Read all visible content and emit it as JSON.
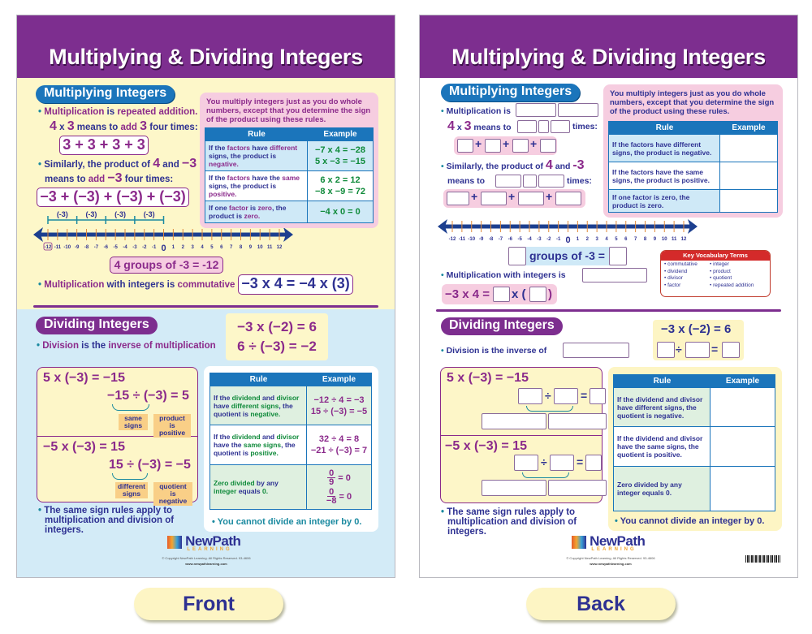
{
  "colors": {
    "banner": "#7d2e8f",
    "blue_heading": "#1b75bb",
    "purple_text": "#8b2a8b",
    "navy_text": "#2e3192",
    "green_text": "#0f8a3a",
    "front_top_bg": "#fdf7c9",
    "front_bottom_bg": "#d3ebf7"
  },
  "labels": {
    "front": "Front",
    "back": "Back"
  },
  "number_line": {
    "min": -12,
    "max": 12,
    "jump": "(-3)",
    "jumps": 4,
    "start_label": "-12"
  },
  "front": {
    "title": "Multiplying & Dividing Integers",
    "mult": {
      "heading": "Multiplying Integers",
      "line1": [
        [
          "Multiplication",
          "p"
        ],
        [
          " is ",
          "n"
        ],
        [
          "repeated addition.",
          "p"
        ]
      ],
      "line2": [
        [
          "4",
          "B"
        ],
        [
          " x ",
          "n"
        ],
        [
          "3",
          "B"
        ],
        [
          " means to ",
          "n"
        ],
        [
          "add ",
          "p"
        ],
        [
          "3",
          "B"
        ],
        [
          " four times:",
          "n"
        ]
      ],
      "box1": "3 + 3 + 3 + 3",
      "line3a": [
        [
          "Similarly, the product of ",
          "n"
        ],
        [
          "4",
          "B"
        ],
        [
          " and ",
          "n"
        ],
        [
          "−3",
          "B"
        ]
      ],
      "line3b": [
        [
          "means to ",
          "n"
        ],
        [
          "add ",
          "p"
        ],
        [
          "−3",
          "B"
        ],
        [
          " four times:",
          "n"
        ]
      ],
      "box2": "−3 + (−3) + (−3) + (−3)",
      "groups": "4 groups of -3 = -12",
      "comm": [
        [
          "Multiplication",
          "p"
        ],
        [
          " with integers is ",
          "n"
        ],
        [
          "commutative",
          "p"
        ]
      ],
      "comm_box": "−3 x 4 = −4 x (3)",
      "info": [
        [
          "You multiply integers just as you do whole numbers, except that you determine the sign of the product using these rules.",
          "p"
        ]
      ],
      "table": {
        "headers": [
          "Rule",
          "Example"
        ],
        "rows": [
          {
            "rule": [
              [
                "If the ",
                "n"
              ],
              [
                "factors",
                "p"
              ],
              [
                " have ",
                "n"
              ],
              [
                "different",
                "p"
              ],
              [
                " signs, the product is ",
                "n"
              ],
              [
                "negative.",
                "p"
              ]
            ],
            "examples": [
              "−7 x 4 = −28",
              "5 x −3 = −15"
            ]
          },
          {
            "rule": [
              [
                "If the ",
                "n"
              ],
              [
                "factors",
                "p"
              ],
              [
                " have the ",
                "n"
              ],
              [
                "same",
                "p"
              ],
              [
                " signs, the product is ",
                "n"
              ],
              [
                "positive.",
                "p"
              ]
            ],
            "examples": [
              "6 x 2 = 12",
              "−8 x −9 = 72"
            ]
          },
          {
            "rule": [
              [
                "If one ",
                "n"
              ],
              [
                "factor",
                "p"
              ],
              [
                " is ",
                "n"
              ],
              [
                "zero",
                "p"
              ],
              [
                ", the product is ",
                "n"
              ],
              [
                "zero.",
                "p"
              ]
            ],
            "examples": [
              "−4 x 0 = 0"
            ]
          }
        ]
      }
    },
    "div": {
      "heading": "Dividing Integers",
      "line1": [
        [
          "Division",
          "p"
        ],
        [
          " is the ",
          "n"
        ],
        [
          "inverse of multiplication",
          "p"
        ]
      ],
      "eq_a": "−3 x (−2) = 6",
      "eq_b": "6 ÷ (−3) = −2",
      "panel": {
        "eq1": "5 x (−3) = −15",
        "eq2": "−15 ÷ (−3) = 5",
        "tag1": "same signs",
        "tag2": "product is positive",
        "eq3": "−5 x (−3) = 15",
        "eq4": "15 ÷ (−3) = −5",
        "tag3": "different signs",
        "tag4": "quotient is negative"
      },
      "same_rules": [
        "The same sign rules apply to",
        "multiplication and division of",
        "integers."
      ],
      "table": {
        "headers": [
          "Rule",
          "Example"
        ],
        "rows": [
          {
            "rule": [
              [
                "If the ",
                "n"
              ],
              [
                "dividend",
                "g"
              ],
              [
                " and ",
                "n"
              ],
              [
                "divisor",
                "g"
              ],
              [
                " have ",
                "n"
              ],
              [
                "different signs",
                "g"
              ],
              [
                ", the quotient is ",
                "n"
              ],
              [
                "negative.",
                "g"
              ]
            ],
            "examples": [
              "−12 ÷ 4 = −3",
              "15 ÷ (−3) = −5"
            ]
          },
          {
            "rule": [
              [
                "If the ",
                "n"
              ],
              [
                "dividend",
                "g"
              ],
              [
                " and ",
                "n"
              ],
              [
                "divisor",
                "g"
              ],
              [
                " have the ",
                "n"
              ],
              [
                "same signs",
                "g"
              ],
              [
                ", the quotient is ",
                "n"
              ],
              [
                "positive.",
                "g"
              ]
            ],
            "examples": [
              "32 ÷ 4 = 8",
              "−21 ÷ (−3) = 7"
            ]
          },
          {
            "rule": [
              [
                "Zero divided",
                "g"
              ],
              [
                " by any ",
                "n"
              ],
              [
                "integer",
                "g"
              ],
              [
                " equals ",
                "n"
              ],
              [
                "0.",
                "g"
              ]
            ],
            "fractions": [
              [
                "0",
                "9",
                "= 0"
              ],
              [
                "0",
                "−8",
                "= 0"
              ]
            ]
          }
        ]
      },
      "cannot": "You cannot divide an integer by 0."
    }
  },
  "back": {
    "title": "Multiplying & Dividing Integers",
    "mult": {
      "heading": "Multiplying Integers",
      "line1": "Multiplication is",
      "line2": [
        [
          "4",
          "B"
        ],
        [
          " x ",
          "n"
        ],
        [
          "3",
          "B"
        ],
        [
          " means to",
          "n"
        ]
      ],
      "times": "times:",
      "line3a": [
        [
          "Similarly, the product of ",
          "n"
        ],
        [
          "4",
          "B"
        ],
        [
          " and ",
          "n"
        ],
        [
          "-3",
          "B"
        ]
      ],
      "line3b": "means to",
      "plus": "+",
      "groups": "groups of -3 =",
      "comm": "Multiplication with integers is",
      "comm_a": "−3 x 4 =",
      "comm_b": "x (",
      "comm_c": ")",
      "info": "You multiply integers just as you do whole numbers, except that you determine the sign of the product using these rules.",
      "table": {
        "headers": [
          "Rule",
          "Example"
        ],
        "rows": [
          "If the factors have different signs, the product is negative.",
          "If the factors have the same signs, the product is positive.",
          "If one factor is zero, the product is zero."
        ]
      },
      "vocab": {
        "title": "Key Vocabulary Terms",
        "col1": [
          "commutative",
          "dividend",
          "divisor",
          "factor"
        ],
        "col2": [
          "integer",
          "product",
          "quotient",
          "repeated addition"
        ]
      }
    },
    "div": {
      "heading": "Dividing Integers",
      "line1": "Division is the inverse of",
      "eq_a": "−3 x (−2) = 6",
      "div_sign": "÷",
      "eq_sign": "=",
      "eq1": "5 x (−3) = −15",
      "eq3": "−5 x (−3) = 15",
      "same_rules": [
        "The same sign rules apply to",
        "multiplication and division of",
        "integers."
      ],
      "table": {
        "headers": [
          "Rule",
          "Example"
        ],
        "rows": [
          "If the dividend and divisor have different signs, the quotient is negative.",
          "If the dividend and divisor have the same signs, the quotient is positive.",
          "Zero divided by any integer equals 0."
        ]
      },
      "cannot": "You cannot divide an integer by 0."
    }
  },
  "footer": {
    "brand_top": "NewPath",
    "brand_bottom": "LEARNING",
    "copyright": "© Copyright NewPath Learning. All Rights Reserved. 93-4606",
    "url": "www.newpathlearning.com"
  }
}
